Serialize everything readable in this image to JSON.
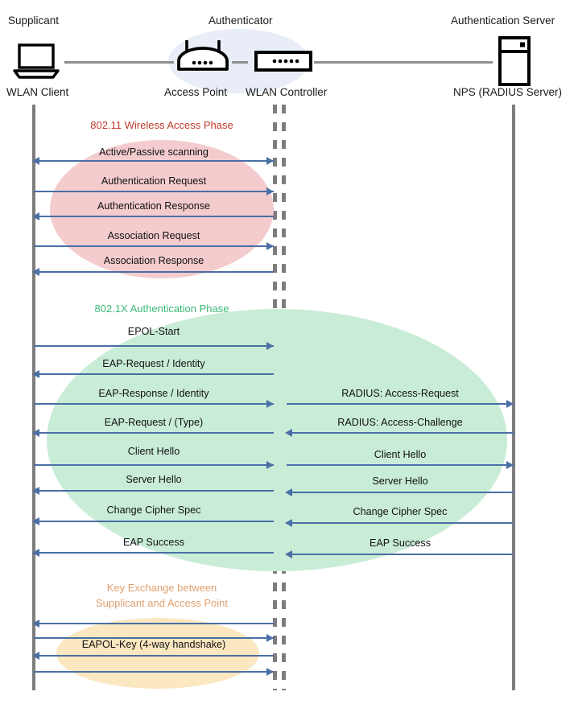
{
  "diagram": {
    "title": "802.1X / WPA2-Enterprise WLAN authentication sequence",
    "colors": {
      "arrow": "#4a6fa5",
      "lifeline": "#7d7d7d",
      "wire": "#8e8e8e",
      "authenticator_blob": "#e8edf7",
      "phase1_fill": "#f4ccce",
      "phase1_text": "#c0392b",
      "phase2_fill": "#c9ecd7",
      "phase2_text": "#3cb878",
      "phase3_fill": "#fbe7c0",
      "phase3_text": "#e0a070"
    }
  },
  "actors": [
    {
      "role": "Supplicant",
      "name": "WLAN Client",
      "icon": "laptop-icon"
    },
    {
      "role": "Authenticator",
      "name": "Access Point",
      "icon": "access-point-icon"
    },
    {
      "role": "",
      "name": "WLAN Controller",
      "icon": "wlan-controller-icon"
    },
    {
      "role": "Authentication Server",
      "name": "NPS (RADIUS Server)",
      "icon": "server-icon"
    }
  ],
  "phases": [
    {
      "id": "phase-80211",
      "label": "802.11 Wireless Access Phase",
      "color": "#c0392b",
      "fill": "#f4ccce",
      "messages": [
        {
          "label": "Active/Passive scanning",
          "side": "left",
          "direction": "both"
        },
        {
          "label": "Authentication Request",
          "side": "left",
          "direction": "right"
        },
        {
          "label": "Authentication Response",
          "side": "left",
          "direction": "left"
        },
        {
          "label": "Association Request",
          "side": "left",
          "direction": "right"
        },
        {
          "label": "Association Response",
          "side": "left",
          "direction": "left"
        }
      ]
    },
    {
      "id": "phase-8021x",
      "label": "802.1X Authentication Phase",
      "color": "#3cb878",
      "fill": "#c9ecd7",
      "messages": [
        {
          "label": "EPOL-Start",
          "side": "left",
          "direction": "right"
        },
        {
          "label": "EAP-Request / Identity",
          "side": "left",
          "direction": "left"
        },
        {
          "label": "EAP-Response / Identity",
          "side": "left",
          "direction": "right"
        },
        {
          "label": "RADIUS: Access-Request",
          "side": "right",
          "direction": "right"
        },
        {
          "label": "EAP-Request / (Type)",
          "side": "left",
          "direction": "left"
        },
        {
          "label": "RADIUS: Access-Challenge",
          "side": "right",
          "direction": "left"
        },
        {
          "label": "Client Hello",
          "side": "left",
          "direction": "right"
        },
        {
          "label": "Client Hello",
          "side": "right",
          "direction": "right"
        },
        {
          "label": "Server Hello",
          "side": "left",
          "direction": "left"
        },
        {
          "label": "Server Hello",
          "side": "right",
          "direction": "left"
        },
        {
          "label": "Change Cipher Spec",
          "side": "left",
          "direction": "left"
        },
        {
          "label": "Change Cipher Spec",
          "side": "right",
          "direction": "left"
        },
        {
          "label": "EAP Success",
          "side": "left",
          "direction": "left"
        },
        {
          "label": "EAP Success",
          "side": "right",
          "direction": "left"
        }
      ]
    },
    {
      "id": "phase-keyexchange",
      "label": "Key Exchange between\nSupplicant and Access Point",
      "label_line1": "Key Exchange between",
      "label_line2": "Supplicant and Access Point",
      "color": "#e0a070",
      "fill": "#fbe7c0",
      "messages": [
        {
          "label": "",
          "side": "left",
          "direction": "left"
        },
        {
          "label": "",
          "side": "left",
          "direction": "right"
        },
        {
          "label": "EAPOL-Key (4-way handshake)",
          "side": "left",
          "direction": "left"
        },
        {
          "label": "",
          "side": "left",
          "direction": "right"
        }
      ]
    }
  ]
}
